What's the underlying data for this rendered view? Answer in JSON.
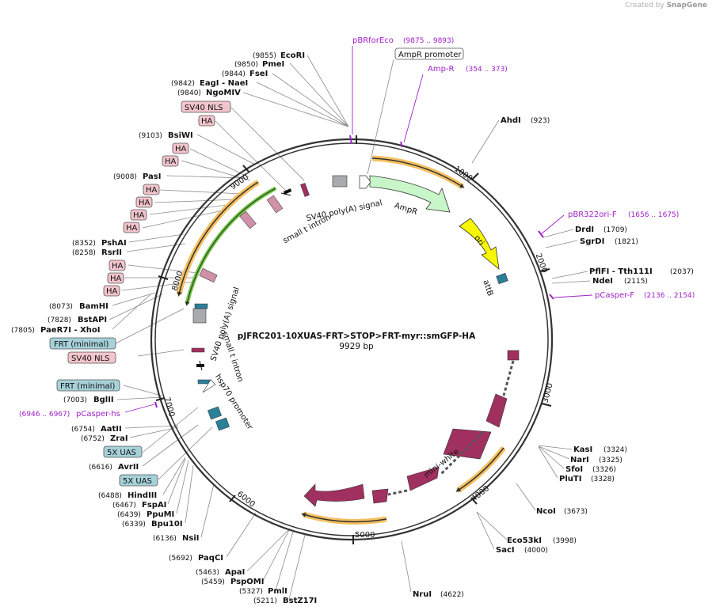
{
  "credit": {
    "prefix": "Created by",
    "brand": "SnapGene"
  },
  "plasmid": {
    "name": "pJFRC201-10XUAS-FRT>STOP>FRT-myr::smGFP-HA",
    "length_label": "9929 bp",
    "length": 9929
  },
  "colors": {
    "primer": "#a020c8",
    "enzyme_line": "#888888",
    "backbone": "#333333",
    "ha": "#f2c4cc",
    "frt": "#a6d1d9",
    "ampr": "#c9f6c9",
    "ori": "#f7f700",
    "white": "#a03060",
    "arrow_highlight": "#f5c060"
  },
  "ticks": [
    {
      "pos": 1000,
      "label": "1000"
    },
    {
      "pos": 2000,
      "label": "2000"
    },
    {
      "pos": 3000,
      "label": "3000"
    },
    {
      "pos": 4000,
      "label": "4000"
    },
    {
      "pos": 5000,
      "label": "5000"
    },
    {
      "pos": 6000,
      "label": "6000"
    },
    {
      "pos": 7000,
      "label": "7000"
    },
    {
      "pos": 8000,
      "label": "8000"
    },
    {
      "pos": 9000,
      "label": "9000"
    }
  ],
  "enzymes_right": [
    {
      "name": "AhdI",
      "pos": "(923)",
      "bp": 923
    },
    {
      "name": "DrdI",
      "pos": "(1709)",
      "bp": 1709
    },
    {
      "name": "SgrDI",
      "pos": "(1821)",
      "bp": 1821
    },
    {
      "name": "PflFI - Tth111I",
      "pos": "(2037)",
      "bp": 2037
    },
    {
      "name": "NdeI",
      "pos": "(2115)",
      "bp": 2115
    },
    {
      "name": "KasI",
      "pos": "(3324)",
      "bp": 3324
    },
    {
      "name": "NarI",
      "pos": "(3325)",
      "bp": 3325
    },
    {
      "name": "SfoI",
      "pos": "(3326)",
      "bp": 3326
    },
    {
      "name": "PluTI",
      "pos": "(3328)",
      "bp": 3328
    },
    {
      "name": "NcoI",
      "pos": "(3673)",
      "bp": 3673
    },
    {
      "name": "Eco53kI",
      "pos": "(3998)",
      "bp": 3998
    },
    {
      "name": "SacI",
      "pos": "(4000)",
      "bp": 4000
    },
    {
      "name": "NruI",
      "pos": "(4622)",
      "bp": 4622
    }
  ],
  "enzymes_left": [
    {
      "name": "EcoRI",
      "pos": "(9855)",
      "bp": 9855
    },
    {
      "name": "PmeI",
      "pos": "(9850)",
      "bp": 9850
    },
    {
      "name": "FseI",
      "pos": "(9844)",
      "bp": 9844
    },
    {
      "name": "EagI - NaeI",
      "pos": "(9842)",
      "bp": 9842
    },
    {
      "name": "NgoMIV",
      "pos": "(9840)",
      "bp": 9840
    },
    {
      "name": "BsiWI",
      "pos": "(9103)",
      "bp": 9103
    },
    {
      "name": "PasI",
      "pos": "(9008)",
      "bp": 9008
    },
    {
      "name": "PshAI",
      "pos": "(8352)",
      "bp": 8352
    },
    {
      "name": "RsrII",
      "pos": "(8258)",
      "bp": 8258
    },
    {
      "name": "BamHI",
      "pos": "(8073)",
      "bp": 8073
    },
    {
      "name": "BstAPI",
      "pos": "(7828)",
      "bp": 7828
    },
    {
      "name": "PaeR7I - XhoI",
      "pos": "(7805)",
      "bp": 7805
    },
    {
      "name": "BglII",
      "pos": "(7003)",
      "bp": 7003
    },
    {
      "name": "AatII",
      "pos": "(6754)",
      "bp": 6754
    },
    {
      "name": "ZraI",
      "pos": "(6752)",
      "bp": 6752
    },
    {
      "name": "AvrII",
      "pos": "(6616)",
      "bp": 6616
    },
    {
      "name": "HindIII",
      "pos": "(6488)",
      "bp": 6488
    },
    {
      "name": "FspAI",
      "pos": "(6467)",
      "bp": 6467
    },
    {
      "name": "PpuMI",
      "pos": "(6439)",
      "bp": 6439
    },
    {
      "name": "Bpu10I",
      "pos": "(6339)",
      "bp": 6339
    },
    {
      "name": "NsiI",
      "pos": "(6136)",
      "bp": 6136
    },
    {
      "name": "PaqCI",
      "pos": "(5692)",
      "bp": 5692
    },
    {
      "name": "ApaI",
      "pos": "(5463)",
      "bp": 5463
    },
    {
      "name": "PspOMI",
      "pos": "(5459)",
      "bp": 5459
    },
    {
      "name": "PmlI",
      "pos": "(5327)",
      "bp": 5327
    },
    {
      "name": "BstZ17I",
      "pos": "(5211)",
      "bp": 5211
    }
  ],
  "primers": [
    {
      "name": "pBRforEco",
      "range": "(9875 .. 9893)"
    },
    {
      "name": "Amp-R",
      "range": "(354 .. 373)"
    },
    {
      "name": "pBR322ori-F",
      "range": "(1656 .. 1675)"
    },
    {
      "name": "pCasper-F",
      "range": "(2136 .. 2154)"
    },
    {
      "name": "pCasper-hs",
      "range": "(6946 .. 6967)"
    }
  ],
  "boxed_labels": {
    "ampr_promoter": "AmpR promoter",
    "sv40_nls_top": "SV40 NLS",
    "ha": "HA",
    "frt_minimal_1": "FRT (minimal)",
    "sv40_nls_mid": "SV40 NLS",
    "frt_minimal_2": "FRT (minimal)",
    "uas_1": "5X UAS",
    "uas_2": "5X UAS"
  },
  "features": {
    "ampr": "AmpR",
    "ori": "ori",
    "attb": "attB",
    "mini_white": "mini-white",
    "sv40_polya_top": "SV40 poly(A) signal",
    "small_t_top": "small t intron",
    "sv40_polya_left": "SV40 poly(A) signal",
    "small_t_left": "small t intron",
    "hsp70": "hsp70 promoter"
  }
}
